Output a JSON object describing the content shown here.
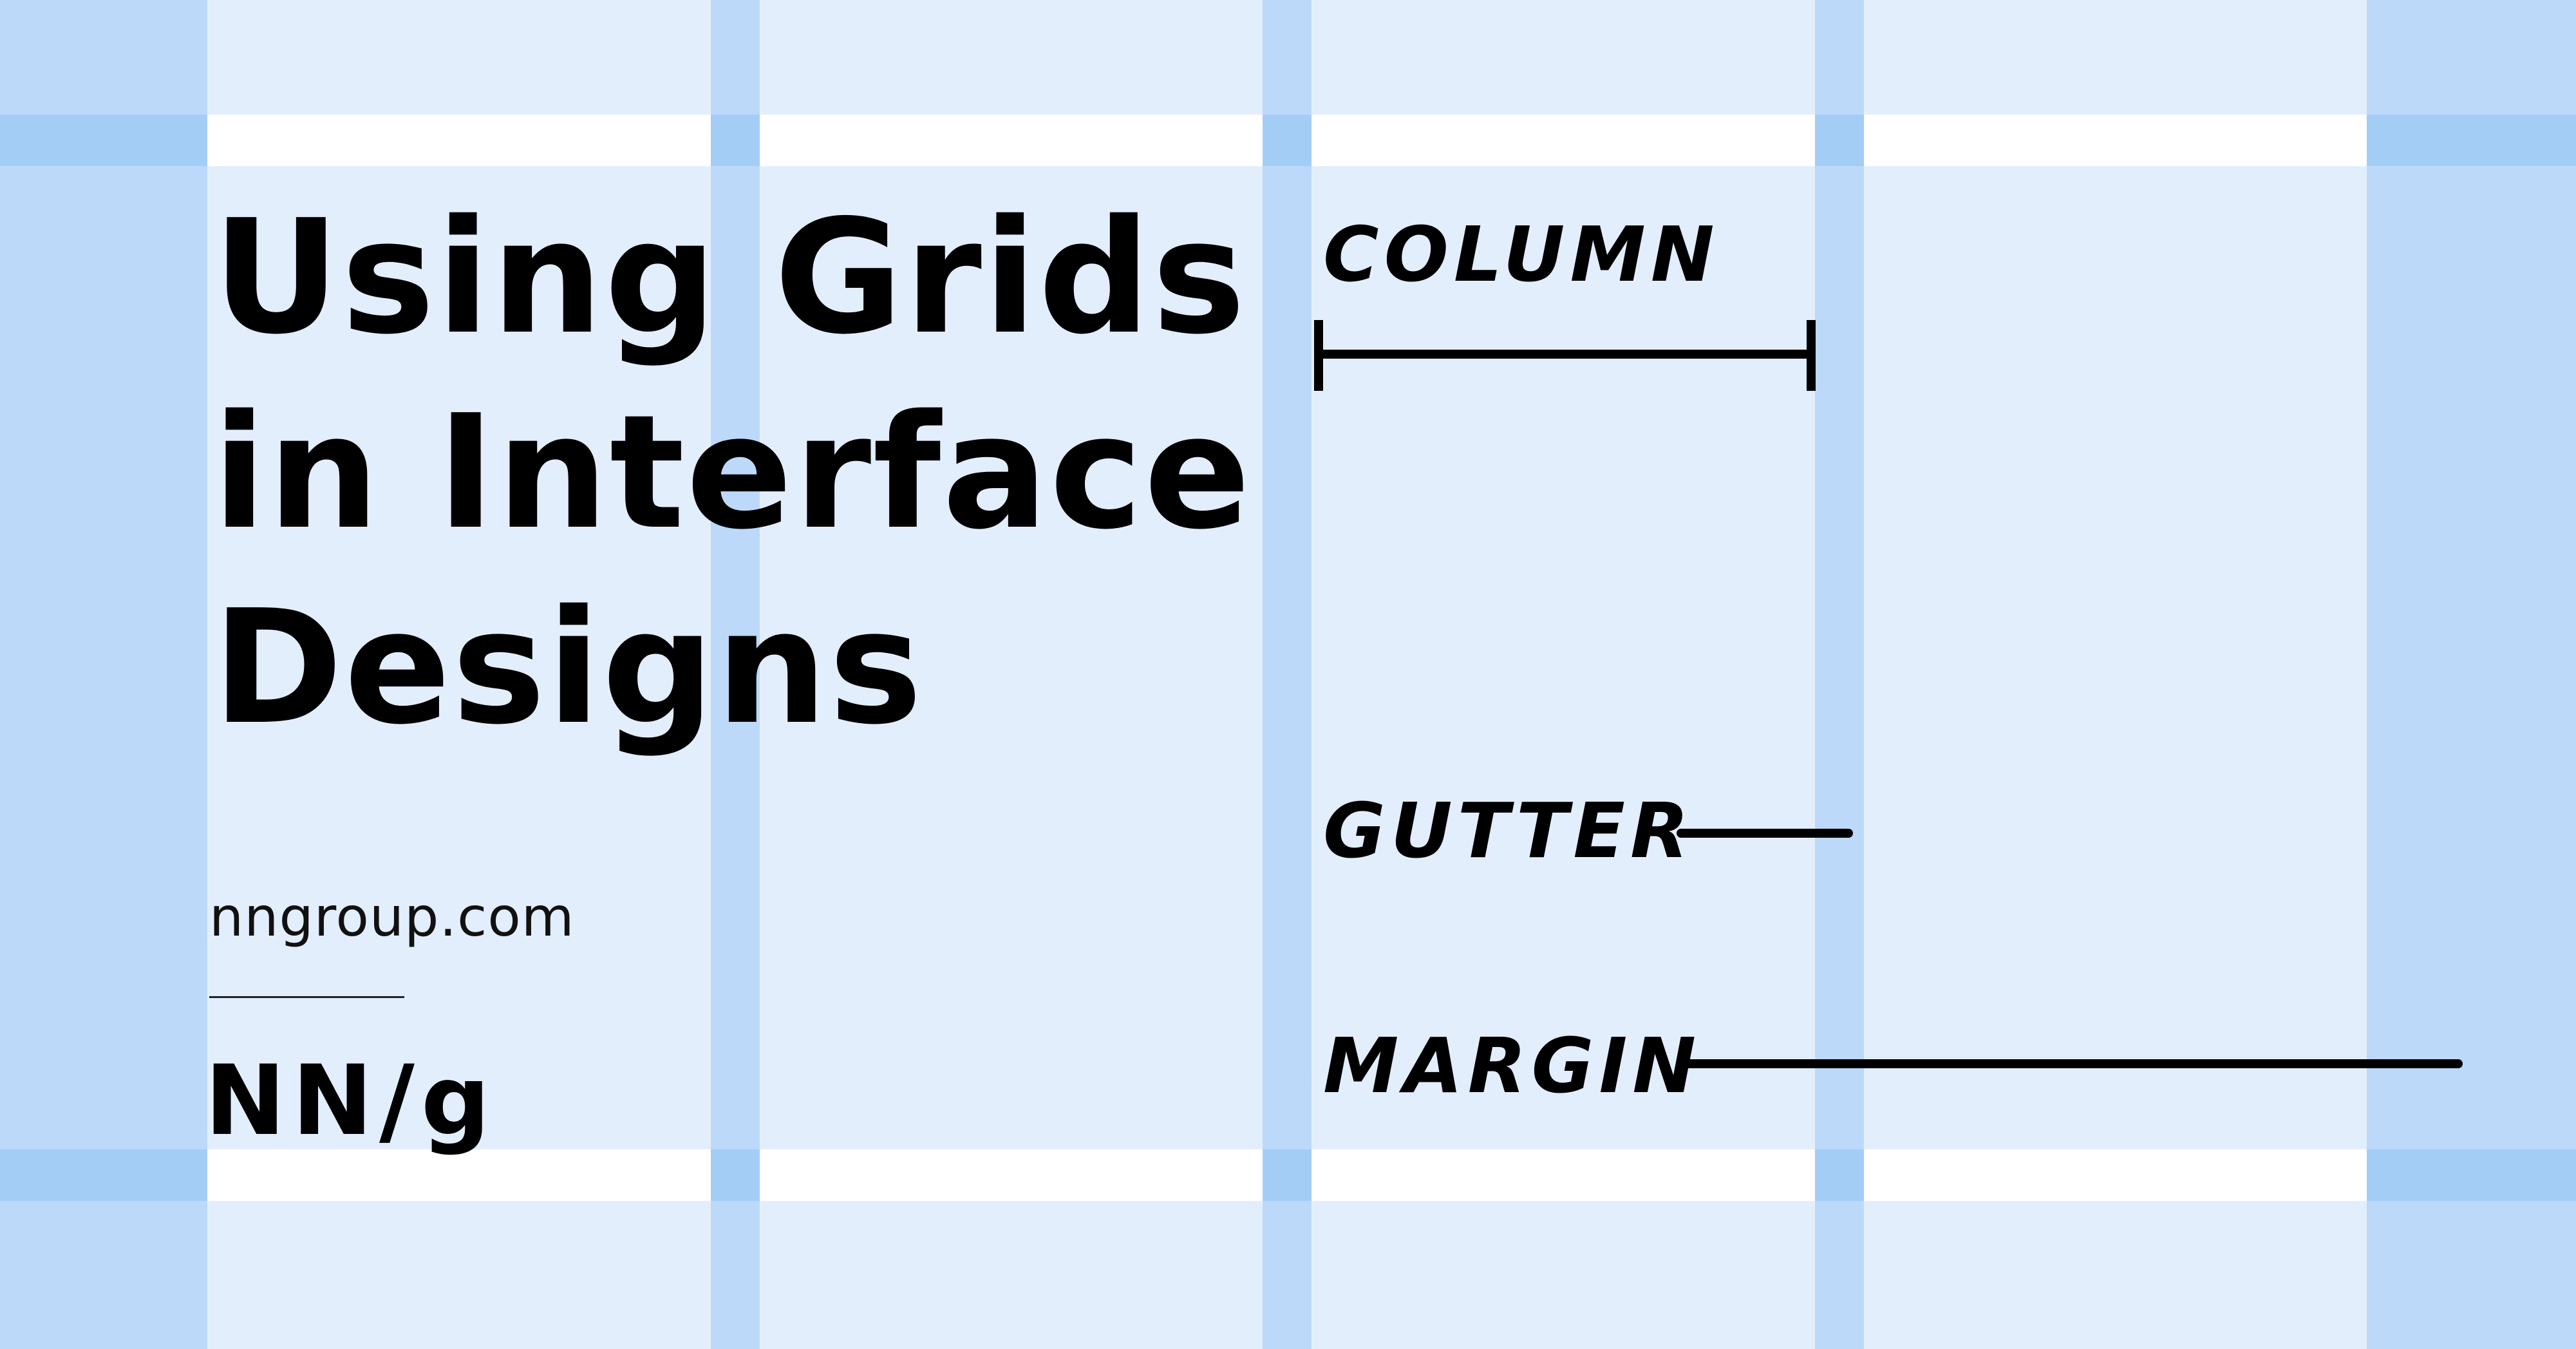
{
  "title_lines": [
    "Using Grids",
    "in Interface",
    "Designs"
  ],
  "website": "nngroup.com",
  "logo": "NN/g",
  "annotations": {
    "column": "COLUMN",
    "gutter": "GUTTER",
    "margin": "MARGIN"
  },
  "colors": {
    "background": "#e3eefd",
    "band": "#ffffff",
    "gutter": "#bcd9f9",
    "intersection": "#a4cdf6",
    "ink": "#000000"
  }
}
